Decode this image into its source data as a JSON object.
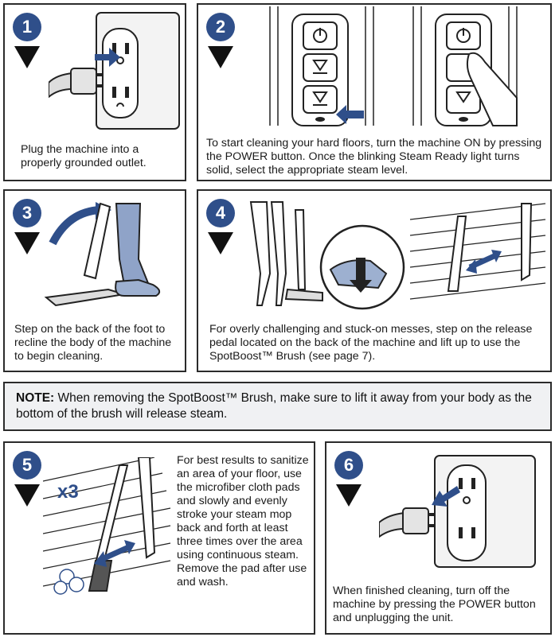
{
  "steps": [
    {
      "number": "1",
      "text": "Plug the machine into a properly grounded outlet."
    },
    {
      "number": "2",
      "text": "To start cleaning your hard floors, turn the machine ON by pressing the POWER button. Once the blinking Steam Ready light turns solid, select the appropriate steam level."
    },
    {
      "number": "3",
      "text": "Step on the back of the foot to recline the body of the machine to begin cleaning."
    },
    {
      "number": "4",
      "text": "For overly challenging and stuck-on messes, step on the release pedal located on the back of the machine and lift up to use the SpotBoost™ Brush (see page 7)."
    },
    {
      "number": "5",
      "text": "For best results to sanitize an area of your floor, use the microfiber cloth pads and slowly and evenly stroke your steam mop back and forth at least three times over the area using continuous steam. Remove the pad after use and wash.",
      "multiplier": "x3"
    },
    {
      "number": "6",
      "text": "When finished cleaning, turn off the machine by pressing the POWER button and unplugging the unit."
    }
  ],
  "note": {
    "label": "NOTE:",
    "text": "When removing the SpotBoost™ Brush, make sure to lift it away from your body as the bottom of the brush will release steam."
  },
  "colors": {
    "badge": "#2f4f8a",
    "arrow_blue": "#2f4f8a",
    "note_bg": "#f0f1f3",
    "border": "#2b2b2b"
  },
  "icons": [
    "power-icon",
    "steam-level-icon",
    "down-arrow-icon",
    "outlet-icon",
    "plug-icon"
  ]
}
